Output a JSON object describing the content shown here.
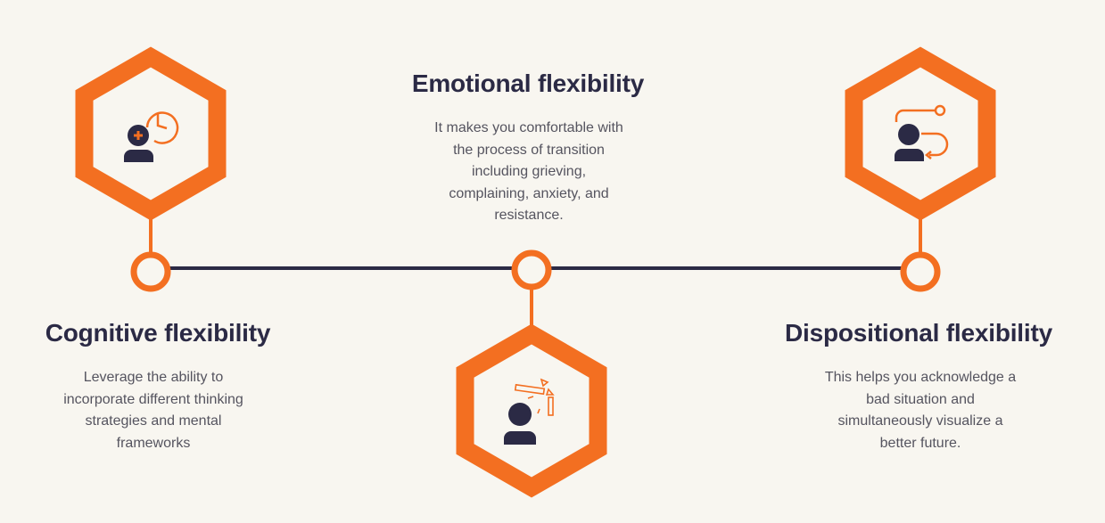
{
  "colors": {
    "accent": "#f36f21",
    "dark": "#2b2a45",
    "background": "#f8f6f0",
    "text": "#55545f"
  },
  "items": [
    {
      "title": "Cognitive flexibility",
      "icon": "person-plus-clock-icon",
      "desc": [
        "Leverage the ability to",
        "incorporate different thinking",
        "strategies and mental",
        "frameworks"
      ]
    },
    {
      "title": "Emotional flexibility",
      "icon": "person-broken-pencil-icon",
      "desc": [
        "It makes you comfortable with",
        "the process of transition",
        "including grieving,",
        "complaining, anxiety, and",
        "resistance."
      ]
    },
    {
      "title": "Dispositional flexibility",
      "icon": "person-path-icon",
      "desc": [
        "This helps you acknowledge a",
        "bad situation and",
        "simultaneously visualize a",
        "better future."
      ]
    }
  ]
}
